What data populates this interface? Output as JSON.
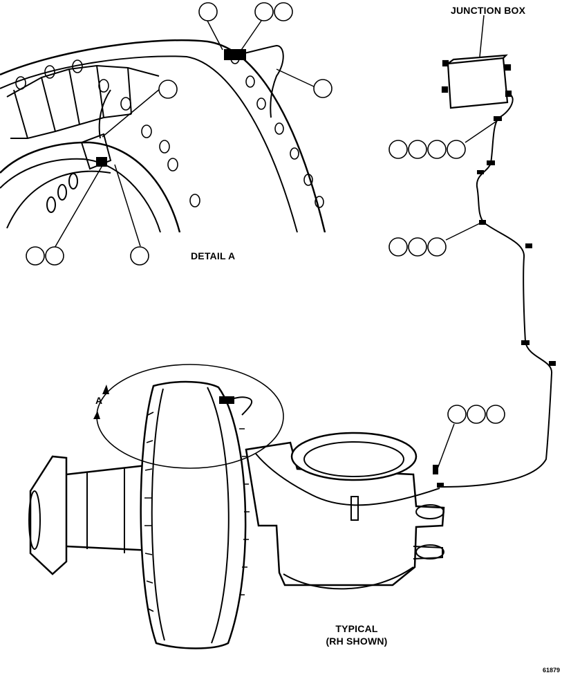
{
  "labels": {
    "junction_box": "JUNCTION BOX",
    "detail_a": "DETAIL A",
    "typical_line1": "TYPICAL",
    "typical_line2": "(RH SHOWN)",
    "view_marker": "A",
    "figure_number": "61879"
  },
  "callout_groups": [
    {
      "id": "junction-harness",
      "count": 4
    },
    {
      "id": "harness-mid",
      "count": 3
    },
    {
      "id": "harness-lower",
      "count": 3
    },
    {
      "id": "detail-top-left",
      "count": 1
    },
    {
      "id": "detail-top-right",
      "count": 2
    },
    {
      "id": "detail-cable-right",
      "count": 1
    },
    {
      "id": "detail-sensor",
      "count": 1
    },
    {
      "id": "detail-bottom-left",
      "count": 2
    },
    {
      "id": "detail-bottom-mid",
      "count": 1
    }
  ],
  "colors": {
    "line": "#000000",
    "background": "#ffffff"
  }
}
